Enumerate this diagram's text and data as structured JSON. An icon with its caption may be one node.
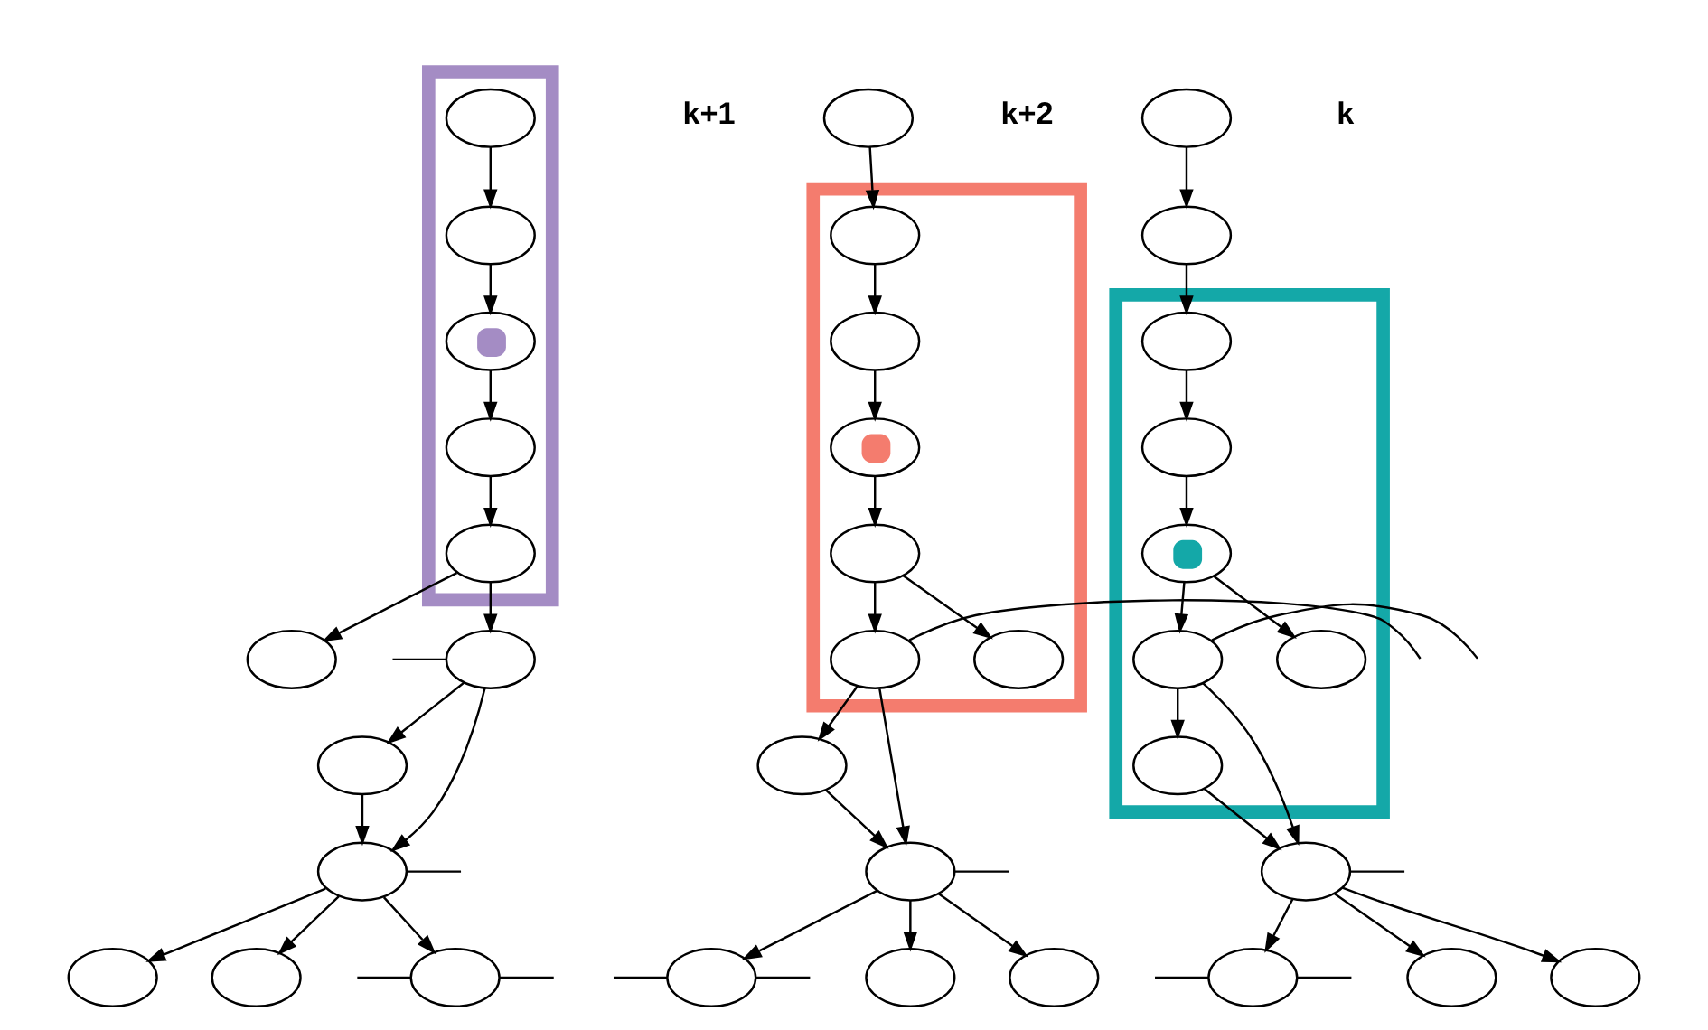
{
  "diagram": {
    "nodes": [
      {
        "text": [],
        "shape": "box"
      },
      {
        "text": [],
        "shape": "ellipse",
        "in": 0
      },
      {
        "text": [],
        "shape": "ellipse",
        "in": 0
      },
      {
        "text": [],
        "shape": "ellipse",
        "in": 0
      },
      {
        "text": [],
        "shape": "ellipse",
        "in": 0
      },
      {
        "text": [],
        "shape": "ellipse",
        "in": 0
      },
      {
        "text": [],
        "shape": "ellipse"
      },
      {
        "text": [],
        "shape": "ellipse"
      },
      {
        "text": [],
        "shape": "ellipse"
      },
      {
        "text": [],
        "shape": "ellipse"
      },
      {
        "text": [],
        "shape": "ellipse"
      },
      {
        "text": [],
        "shape": "ellipse"
      },
      {
        "text": [],
        "shape": "ellipse"
      },
      {
        "text": [],
        "shape": "box"
      },
      {
        "text": [],
        "shape": "ellipse"
      },
      {
        "text": [],
        "shape": "ellipse",
        "in": 13
      },
      {
        "text": [],
        "shape": "ellipse",
        "in": 13
      },
      {
        "text": [],
        "shape": "ellipse",
        "in": 13
      },
      {
        "text": [],
        "shape": "ellipse",
        "in": 13
      },
      {
        "text": [],
        "shape": "ellipse",
        "in": 13
      },
      {
        "text": [],
        "shape": "ellipse",
        "in": 13
      },
      {
        "text": [],
        "shape": "ellipse"
      },
      {
        "text": [],
        "shape": "ellipse"
      },
      {
        "text": [],
        "shape": "ellipse"
      },
      {
        "text": [],
        "shape": "ellipse"
      },
      {
        "text": [],
        "shape": "ellipse"
      },
      {
        "text": [],
        "shape": "box"
      },
      {
        "text": [],
        "shape": "ellipse"
      },
      {
        "text": [],
        "shape": "ellipse"
      },
      {
        "text": [],
        "shape": "ellipse",
        "in": 26
      },
      {
        "text": [],
        "shape": "ellipse",
        "in": 26
      },
      {
        "text": [],
        "shape": "ellipse",
        "in": 26
      },
      {
        "text": [],
        "shape": "ellipse",
        "in": 26
      },
      {
        "text": [],
        "shape": "ellipse",
        "in": 26
      },
      {
        "text": [],
        "shape": "ellipse",
        "in": 26
      },
      {
        "text": [],
        "shape": "ellipse"
      },
      {
        "text": [],
        "shape": "ellipse"
      },
      {
        "text": [],
        "shape": "ellipse"
      },
      {
        "text": [],
        "shape": "ellipse"
      }
    ],
    "edges": [
      {
        "from": 1,
        "to": 2,
        "arrow": "to"
      },
      {
        "from": 2,
        "to": 3,
        "arrow": "to"
      },
      {
        "from": 3,
        "to": 4,
        "arrow": "to"
      },
      {
        "from": 4,
        "to": 5,
        "arrow": "to"
      },
      {
        "from": 5,
        "to": 6,
        "arrow": "to"
      },
      {
        "from": 5,
        "to": 7,
        "arrow": "to"
      },
      {
        "from": 6,
        "to": 8,
        "arrow": "to"
      },
      {
        "from": 6,
        "to": 9,
        "arrow": "to"
      },
      {
        "from": 8,
        "to": 9,
        "arrow": "to"
      },
      {
        "from": 9,
        "to": 10,
        "arrow": "to"
      },
      {
        "from": 9,
        "to": 11,
        "arrow": "to"
      },
      {
        "from": 9,
        "to": 12,
        "arrow": "to"
      },
      {
        "from": null,
        "to": 6,
        "arrow": "none"
      },
      {
        "from": 9,
        "to": null,
        "arrow": "none"
      },
      {
        "from": 12,
        "to": null,
        "arrow": "none"
      },
      {
        "from": null,
        "to": 12,
        "arrow": "none"
      },
      {
        "from": 14,
        "to": 15,
        "arrow": "to"
      },
      {
        "from": 15,
        "to": 16,
        "arrow": "to"
      },
      {
        "from": 16,
        "to": 17,
        "arrow": "to"
      },
      {
        "from": 17,
        "to": 18,
        "arrow": "to"
      },
      {
        "from": 18,
        "to": 19,
        "arrow": "to"
      },
      {
        "from": 18,
        "to": 20,
        "arrow": "to"
      },
      {
        "from": 19,
        "to": 21,
        "arrow": "to"
      },
      {
        "from": 19,
        "to": 22,
        "arrow": "to"
      },
      {
        "from": 21,
        "to": 22,
        "arrow": "to"
      },
      {
        "from": 22,
        "to": 23,
        "arrow": "to"
      },
      {
        "from": 22,
        "to": 24,
        "arrow": "to"
      },
      {
        "from": 22,
        "to": 25,
        "arrow": "to"
      },
      {
        "from": null,
        "to": 19,
        "arrow": "none"
      },
      {
        "from": 22,
        "to": null,
        "arrow": "none"
      },
      {
        "from": 25,
        "to": null,
        "arrow": "none"
      },
      {
        "from": null,
        "to": 25,
        "arrow": "none"
      },
      {
        "from": 27,
        "to": 28,
        "arrow": "to"
      },
      {
        "from": 28,
        "to": 29,
        "arrow": "to"
      },
      {
        "from": 29,
        "to": 30,
        "arrow": "to"
      },
      {
        "from": 30,
        "to": 31,
        "arrow": "to"
      },
      {
        "from": 31,
        "to": 32,
        "arrow": "to"
      },
      {
        "from": 31,
        "to": 33,
        "arrow": "to"
      },
      {
        "from": 32,
        "to": 34,
        "arrow": "to"
      },
      {
        "from": 32,
        "to": 35,
        "arrow": "to"
      },
      {
        "from": 34,
        "to": 35,
        "arrow": "to"
      },
      {
        "from": 35,
        "to": 36,
        "arrow": "to"
      },
      {
        "from": 35,
        "to": 37,
        "arrow": "to"
      },
      {
        "from": 35,
        "to": 38,
        "arrow": "to"
      },
      {
        "from": null,
        "to": 32,
        "arrow": "none"
      },
      {
        "from": 35,
        "to": null,
        "arrow": "none"
      },
      {
        "from": 38,
        "to": null,
        "arrow": "none"
      },
      {
        "from": null,
        "to": 38,
        "arrow": "none"
      }
    ],
    "labels": [
      "k",
      "k+1",
      "k+2"
    ]
  }
}
